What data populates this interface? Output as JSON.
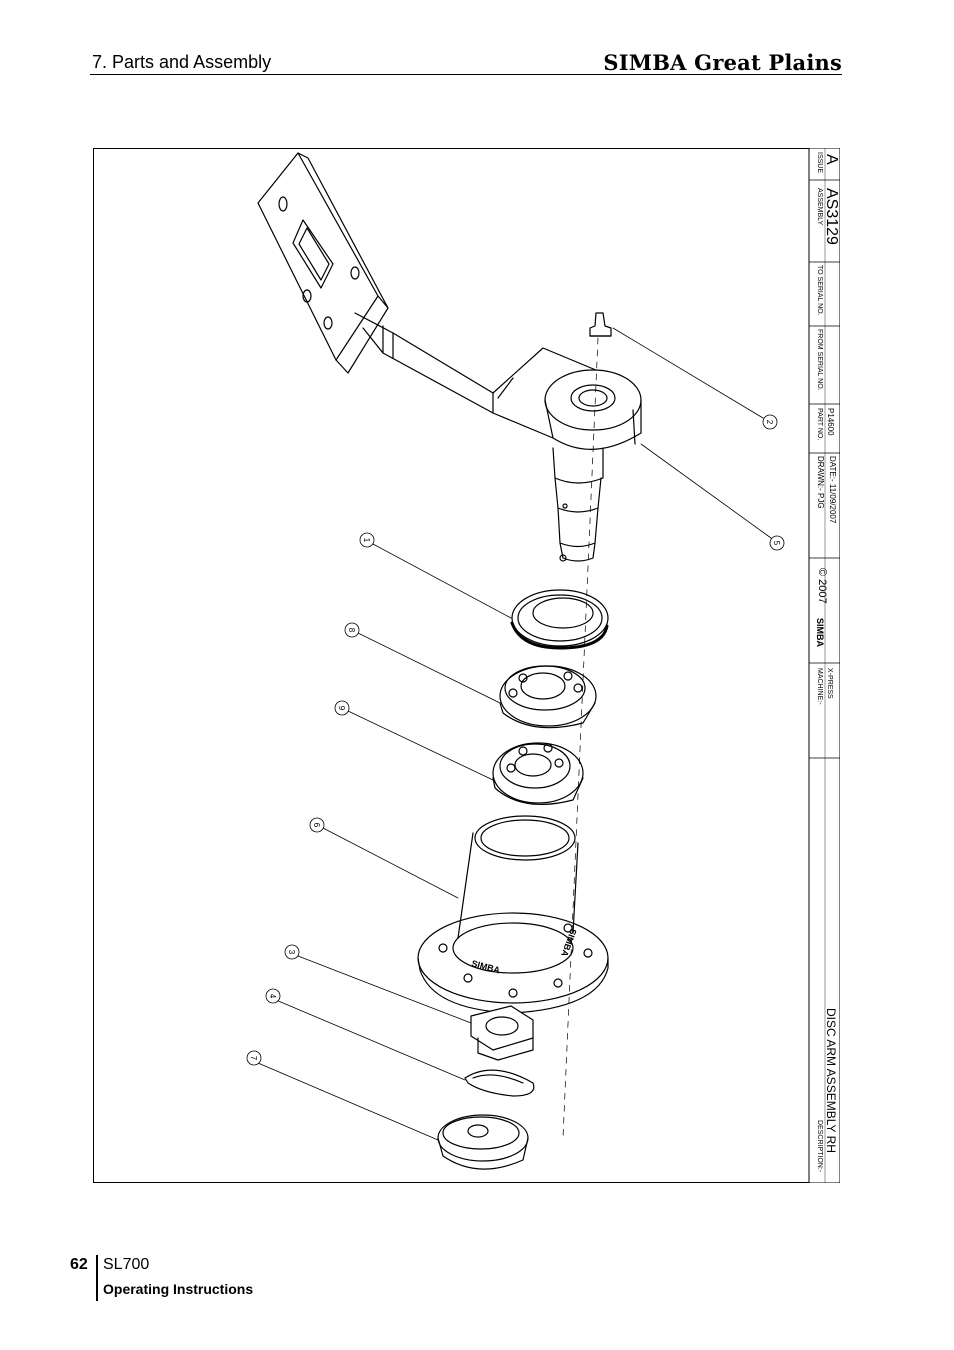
{
  "header": {
    "section": "7. Parts and Assembly",
    "brand": "SIMBA Great Plains"
  },
  "drawing": {
    "callouts": [
      "1",
      "2",
      "3",
      "4",
      "5",
      "6",
      "7",
      "8",
      "9"
    ],
    "flange_lettering": "SIMBA"
  },
  "title_block": {
    "issue_label": "ISSUE",
    "issue_value": "A",
    "assembly_label": "ASSEMBLY",
    "assembly_value": "AS3129",
    "to_serial_label": "TO SERIAL NO.",
    "from_serial_label": "FROM SERIAL NO.",
    "part_no_label": "PART NO.",
    "part_no_value": "P14600",
    "drawn": "DRAWN:- PJG",
    "date": "DATE:- 11/09/2007",
    "logo_text": "SIMBA",
    "copyright": "© 2007",
    "machine_label": "MACHINE:-",
    "machine_value": "X-PRESS",
    "description_label": "DESCRIPTION:-",
    "description_value": "DISC ARM ASSEMBLY RH"
  },
  "footer": {
    "page_number": "62",
    "model": "SL700",
    "subtitle": "Operating Instructions"
  }
}
